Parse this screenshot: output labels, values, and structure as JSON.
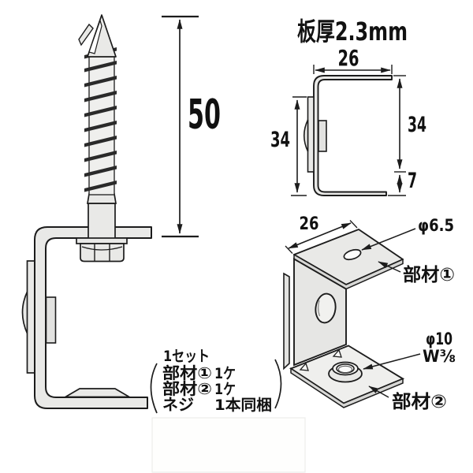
{
  "title": "板厚2.3mm",
  "front_view": {
    "screw_length": "50"
  },
  "side_view": {
    "width": "26",
    "left_height": "34",
    "right_height": "34",
    "lip": "7"
  },
  "iso_view": {
    "width": "26",
    "top_hole": "φ6.5",
    "part1_label": "部材①",
    "bottom_hole": "φ10",
    "thread_spec": "W⅜",
    "part2_label": "部材②"
  },
  "parts_list": {
    "set_label": "1セット",
    "items": [
      {
        "name": "部材①",
        "qty": "1ケ"
      },
      {
        "name": "部材②",
        "qty": "1ケ"
      },
      {
        "name": "ネジ",
        "qty": "1本同梱"
      }
    ]
  },
  "colors": {
    "outline": "#1c1c1c",
    "metal": "#e9e9e7",
    "metal_shadow": "#d7d7d5",
    "background": "#ffffff"
  }
}
